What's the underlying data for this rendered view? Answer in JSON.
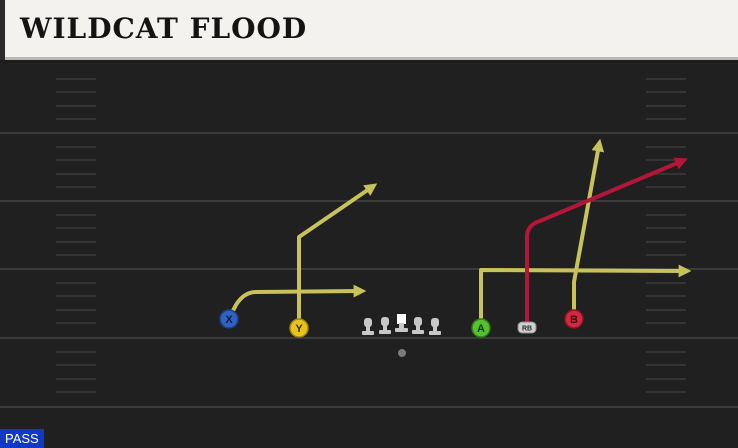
{
  "play": {
    "title": "WILDCAT FLOOD",
    "type_badge": "PASS"
  },
  "players": {
    "x": "X",
    "y": "Y",
    "a": "A",
    "rb": "RB",
    "b": "B"
  },
  "colors": {
    "route_primary": "#c7c35a",
    "route_hot": "#b4163a",
    "player_x": "#2f62c4",
    "player_y": "#e8c31b",
    "player_a": "#56c133",
    "player_b": "#d3283e",
    "player_rb": "#cfcfcf",
    "badge_bg": "#1238c8"
  }
}
